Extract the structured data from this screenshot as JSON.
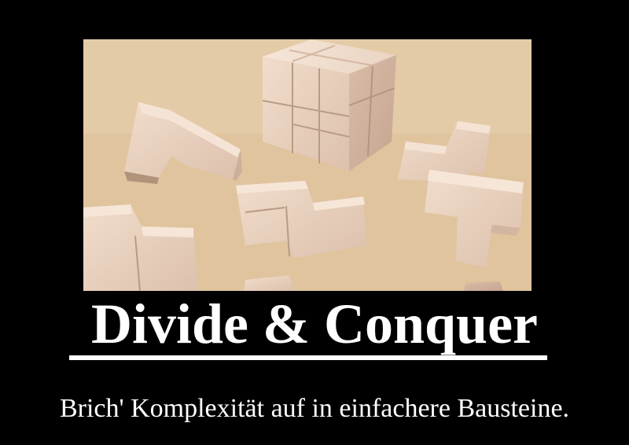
{
  "poster": {
    "title": "Divide & Conquer",
    "subtitle": "Brich' Komplexität auf in einfachere Bausteine.",
    "background_color": "#000000",
    "text_color": "#ffffff"
  },
  "photo": {
    "subject": "wooden puzzle cube with separate wooden block pieces on a table"
  }
}
